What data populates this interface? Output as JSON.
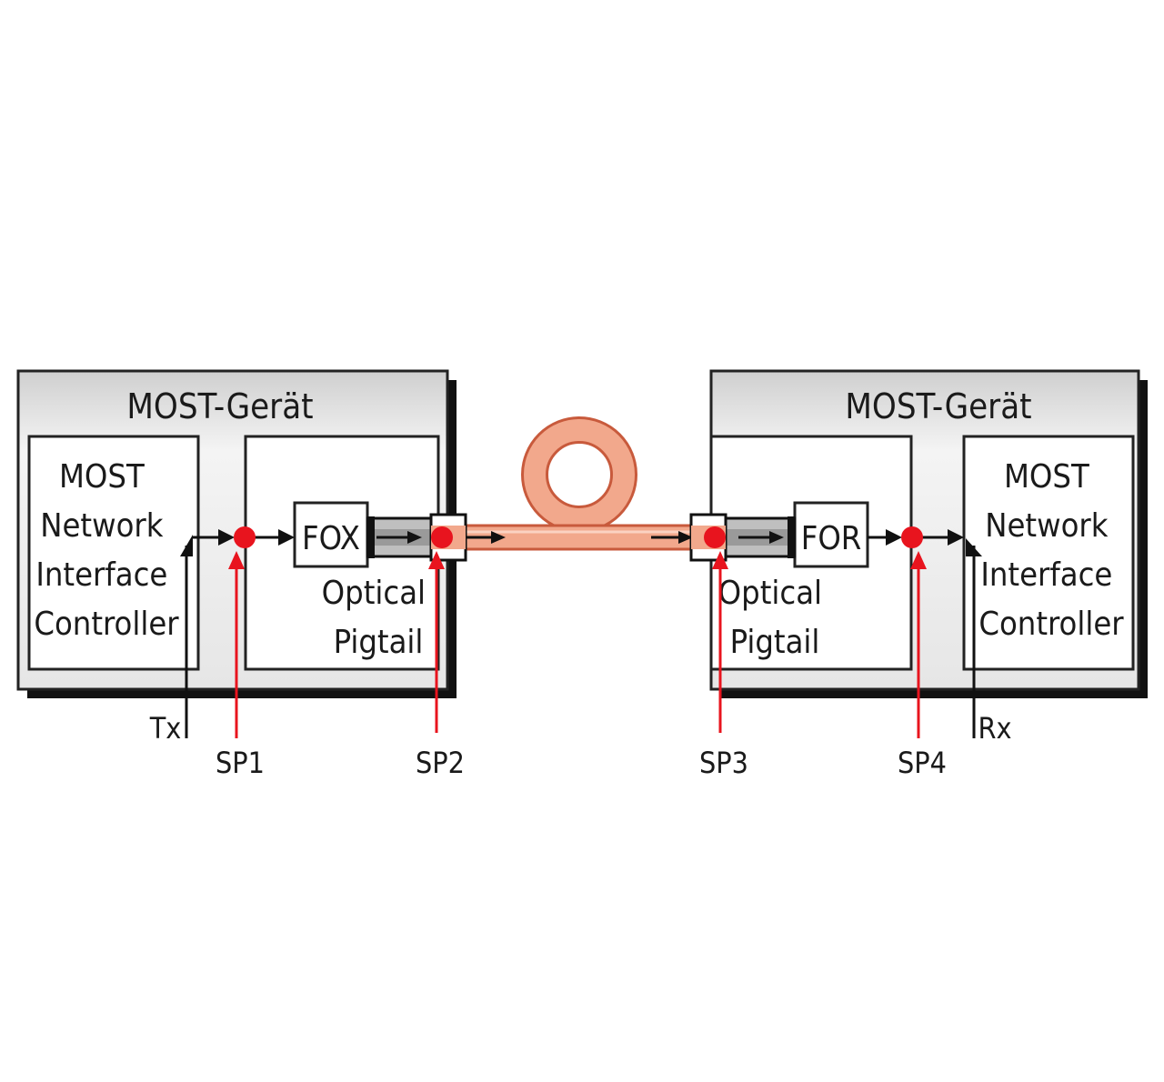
{
  "left_device": {
    "title": "MOST-Gerät",
    "controller_lines": [
      "MOST",
      "Network",
      "Interface",
      "Controller"
    ],
    "transceiver_label": "FOX",
    "pigtail_lines": [
      "Optical",
      "Pigtail"
    ],
    "pin_label": "Tx"
  },
  "right_device": {
    "title": "MOST-Gerät",
    "controller_lines": [
      "MOST",
      "Network",
      "Interface",
      "Controller"
    ],
    "transceiver_label": "FOR",
    "pigtail_lines": [
      "Optical",
      "Pigtail"
    ],
    "pin_label": "Rx"
  },
  "measure_points": [
    "SP1",
    "SP2",
    "SP3",
    "SP4"
  ],
  "colors": {
    "measure_point": "#e8141e",
    "fiber_fill": "#f2a88c",
    "fiber_stroke": "#c85a3c",
    "device_fill": "#e9e9e9",
    "pigtail_fill": "#bfbfbf"
  }
}
